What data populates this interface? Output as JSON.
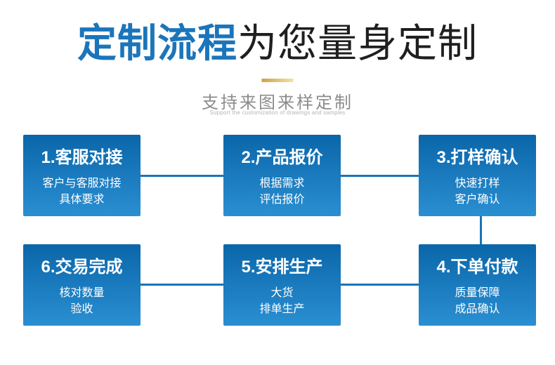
{
  "header": {
    "title_highlight": "定制流程",
    "title_rest": "为您量身定制",
    "subtitle": "支持来图来样定制",
    "subtitle_en": "Support the customization of drawings and samples"
  },
  "colors": {
    "title_blue": "#1b75bb",
    "box_gradient_top": "#0a66a9",
    "box_gradient_bottom": "#2a8fd2",
    "connector_blue": "#1a74b6",
    "gold_start": "#cfa145",
    "gold_end": "#f1e2ab",
    "subtitle_gray": "#8c8c8c"
  },
  "flow": {
    "steps": [
      {
        "heading": "1.客服对接",
        "lines": [
          "客户与客服对接",
          "具体要求"
        ]
      },
      {
        "heading": "2.产品报价",
        "lines": [
          "根据需求",
          "评估报价"
        ]
      },
      {
        "heading": "3.打样确认",
        "lines": [
          "快速打样",
          "客户确认"
        ]
      },
      {
        "heading": "4.下单付款",
        "lines": [
          "质量保障",
          "成品确认"
        ]
      },
      {
        "heading": "5.安排生产",
        "lines": [
          "大货",
          "排单生产"
        ]
      },
      {
        "heading": "6.交易完成",
        "lines": [
          "核对数量",
          "验收"
        ]
      }
    ]
  }
}
